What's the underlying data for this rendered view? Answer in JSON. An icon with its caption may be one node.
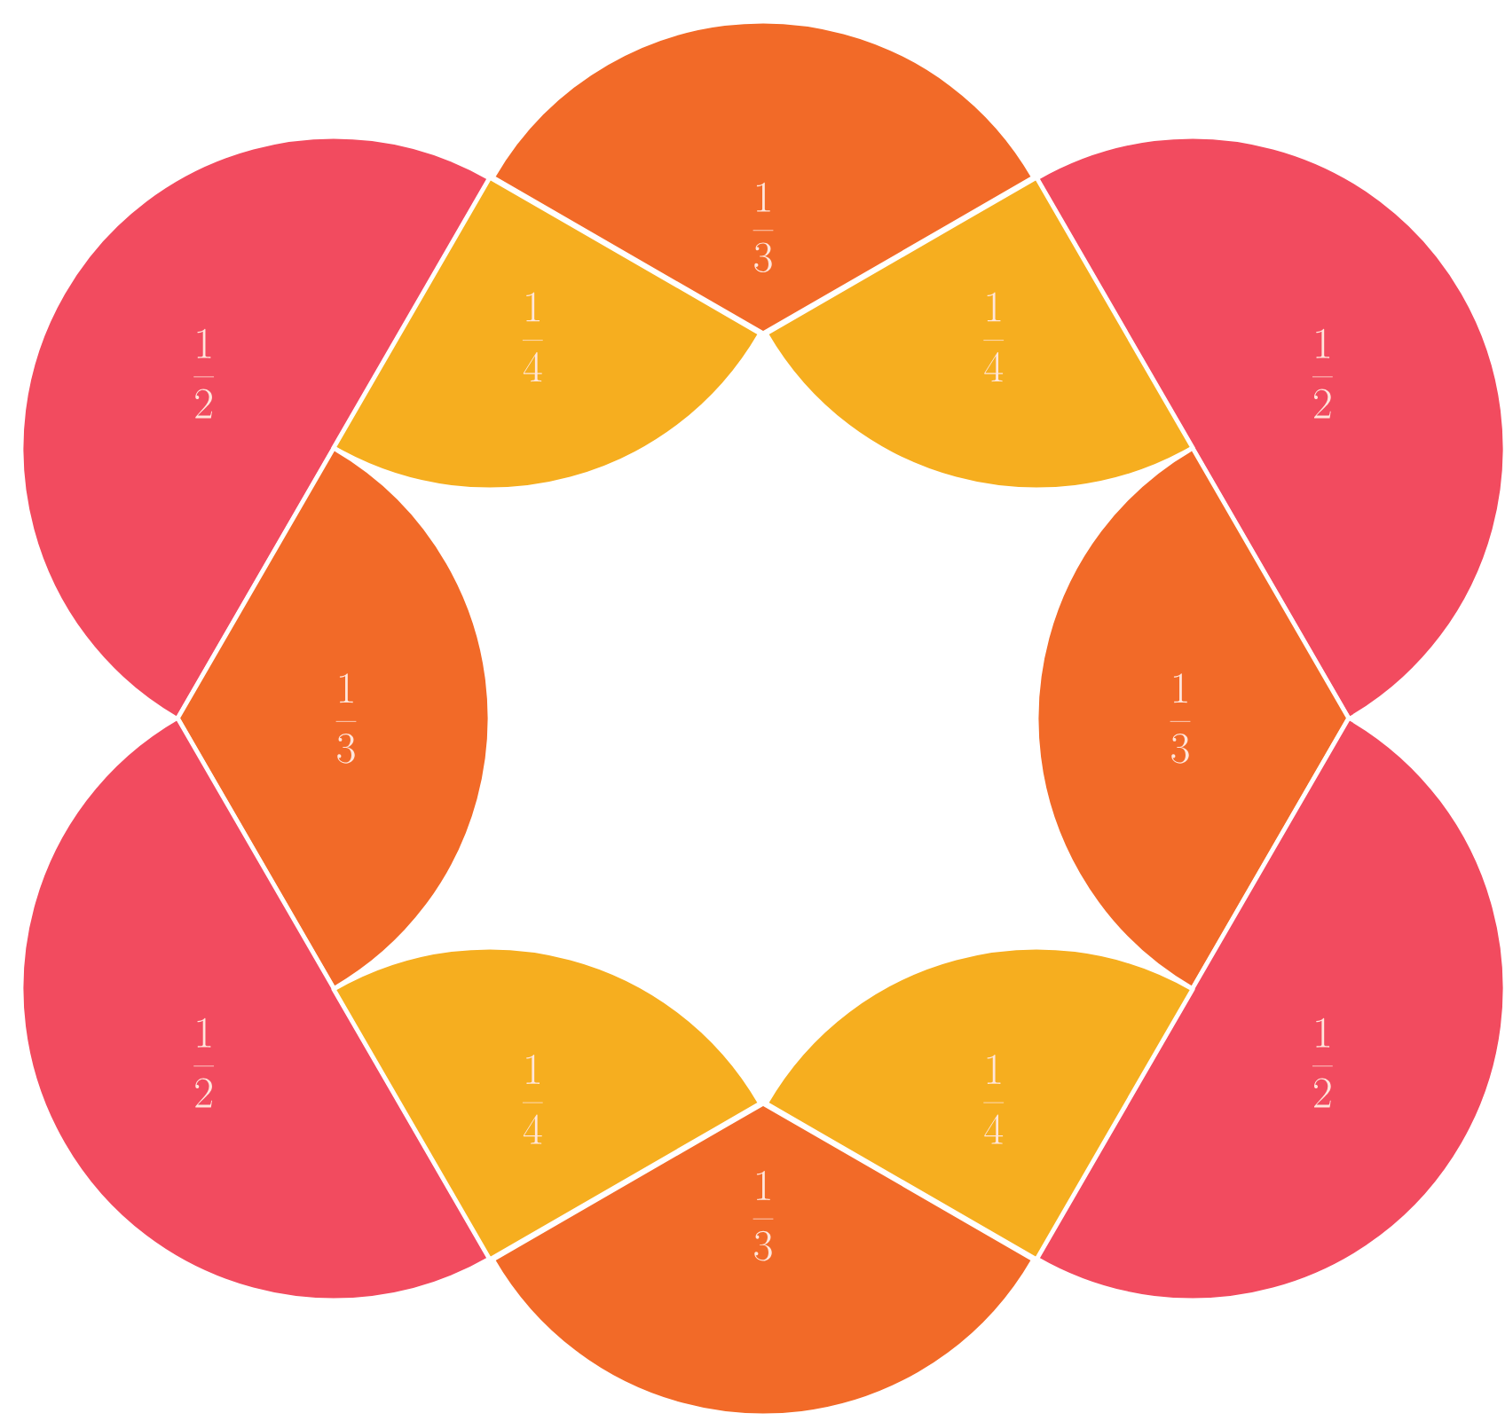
{
  "diagram": {
    "nodes": [
      {
        "text": [
          "\\frac{1}{3}"
        ]
      },
      {
        "text": [
          "\\frac{1}{2}"
        ]
      },
      {
        "text": [
          "\\frac{1}{2}"
        ]
      },
      {
        "text": [
          "\\frac{1}{4}"
        ]
      },
      {
        "text": [
          "\\frac{1}{4}"
        ]
      },
      {
        "text": [
          "\\frac{1}{3}"
        ]
      },
      {
        "text": [
          "\\frac{1}{3}"
        ]
      },
      {
        "text": [
          "\\frac{1}{2}"
        ]
      },
      {
        "text": [
          "\\frac{1}{2}"
        ]
      },
      {
        "text": [
          "\\frac{1}{4}"
        ]
      },
      {
        "text": [
          "\\frac{1}{4}"
        ]
      },
      {
        "text": [
          "\\frac{1}{3}"
        ]
      }
    ]
  }
}
